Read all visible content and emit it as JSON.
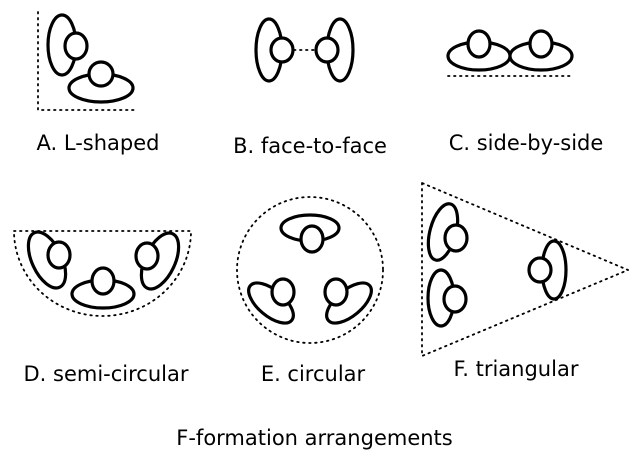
{
  "caption": "F-formation arrangements",
  "arrangements": [
    {
      "label": "A. L-shaped"
    },
    {
      "label": "B. face-to-face"
    },
    {
      "label": "C. side-by-side"
    },
    {
      "label": "D. semi-circular"
    },
    {
      "label": "E. circular"
    },
    {
      "label": "F. triangular"
    }
  ]
}
